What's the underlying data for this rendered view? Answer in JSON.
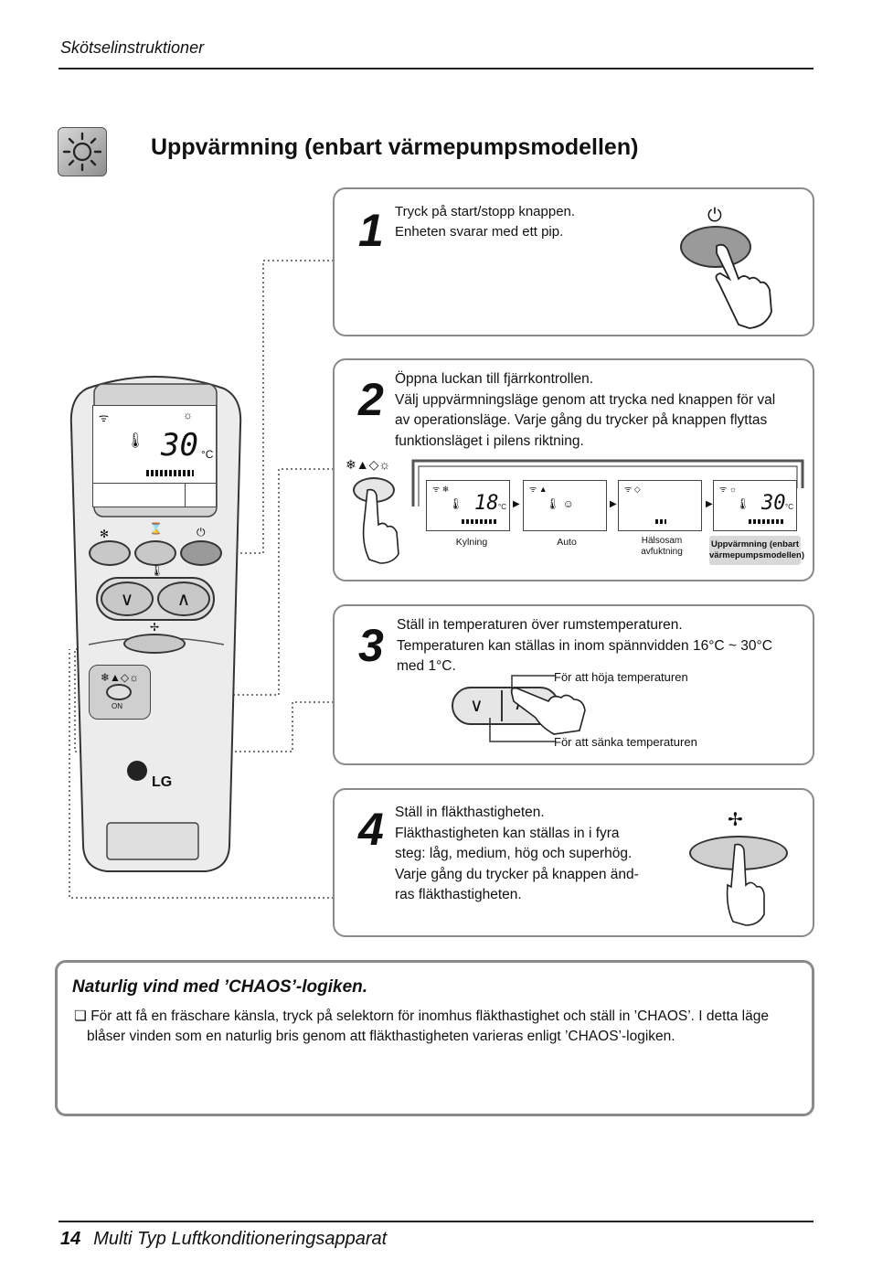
{
  "header": {
    "title": "Skötselinstruktioner"
  },
  "section": {
    "title": "Uppvärmning (enbart värmepumpsmodellen)",
    "icon": "sun-icon"
  },
  "remote": {
    "temperature": "30",
    "unit": "°C",
    "brand": "LG",
    "on_label": "ON"
  },
  "steps": [
    {
      "number": "1",
      "lines": [
        "Tryck på start/stopp knappen.",
        "Enheten svarar med ett pip."
      ]
    },
    {
      "number": "2",
      "lines": [
        "Öppna luckan till fjärrkontrollen.",
        "Välj uppvärmningsläge genom att trycka ned knappen för val",
        "av operationsläge. Varje gång du trycker på knappen flyttas",
        "funktionsläget i pilens riktning."
      ],
      "modes": [
        {
          "label": "Kylning",
          "temp": "18",
          "unit": "°C"
        },
        {
          "label": "Auto"
        },
        {
          "label_line1": "Hälsosam",
          "label_line2": "avfuktning"
        },
        {
          "label_line1": "Uppvärmning (enbart",
          "label_line2": "värmepumpsmodellen)",
          "temp": "30",
          "unit": "°C"
        }
      ]
    },
    {
      "number": "3",
      "lines": [
        "Ställ in temperaturen över rumstemperaturen.",
        "Temperaturen kan ställas in inom spännvidden 16°C ~ 30°C",
        "med 1°C."
      ],
      "raise_label": "För att höja temperaturen",
      "lower_label": "För att sänka temperaturen"
    },
    {
      "number": "4",
      "lines": [
        "Ställ in fläkthastigheten.",
        "Fläkthastigheten kan ställas in i fyra",
        "steg: låg, medium, hög och superhög.",
        "Varje gång du trycker på knappen änd-",
        "ras fläkthastigheten."
      ]
    }
  ],
  "tip": {
    "title": "Naturlig vind med ’CHAOS’-logiken.",
    "bullet": "❏",
    "line1": "För att få en fräschare känsla, tryck på selektorn för inomhus fläkthastighet och ställ in ’CHAOS’. I detta läge",
    "line2": "blåser vinden som en naturlig bris genom att fläkthastigheten varieras enligt ’CHAOS’-logiken."
  },
  "footer": {
    "page_number": "14",
    "text": "Multi Typ Luftkonditioneringsapparat"
  }
}
